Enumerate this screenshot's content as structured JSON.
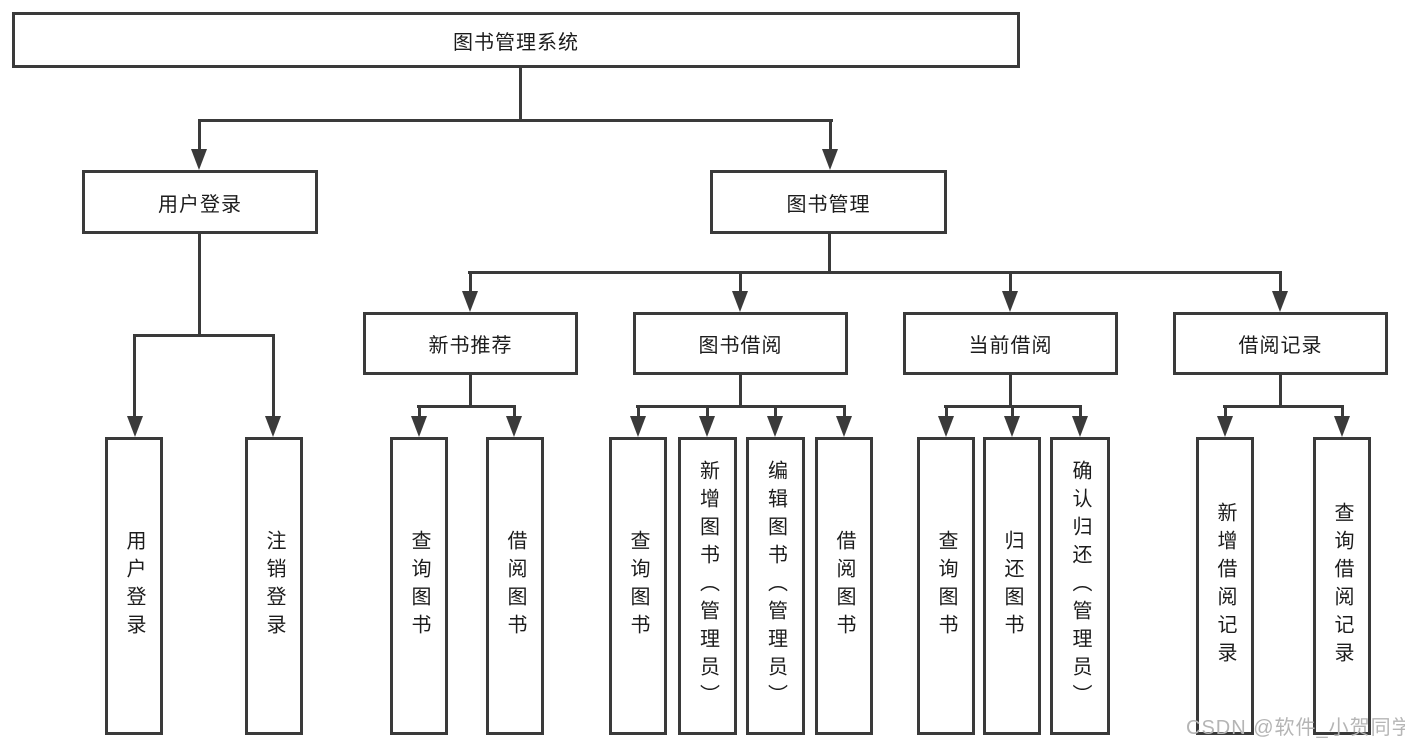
{
  "diagram": {
    "type": "hierarchy-tree",
    "colors": {
      "line": "#3a3a3a",
      "text": "#1c1c1c",
      "background": "#ffffff",
      "watermark_text_color": "#b5b5b5"
    },
    "tree": {
      "root": {
        "label": "图书管理系统",
        "children": [
          {
            "label": "用户登录",
            "children": [
              {
                "label": "用户登录"
              },
              {
                "label": "注销登录"
              }
            ]
          },
          {
            "label": "图书管理",
            "children": [
              {
                "label": "新书推荐",
                "children": [
                  {
                    "label": "查询图书"
                  },
                  {
                    "label": "借阅图书"
                  }
                ]
              },
              {
                "label": "图书借阅",
                "children": [
                  {
                    "label": "查询图书"
                  },
                  {
                    "label": "新增图书（管理员）"
                  },
                  {
                    "label": "编辑图书（管理员）"
                  },
                  {
                    "label": "借阅图书"
                  }
                ]
              },
              {
                "label": "当前借阅",
                "children": [
                  {
                    "label": "查询图书"
                  },
                  {
                    "label": "归还图书"
                  },
                  {
                    "label": "确认归还（管理员）"
                  }
                ]
              },
              {
                "label": "借阅记录",
                "children": [
                  {
                    "label": "新增借阅记录"
                  },
                  {
                    "label": "查询借阅记录"
                  }
                ]
              }
            ]
          }
        ]
      }
    },
    "watermark": {
      "text": "CSDN @软件_小贺同学"
    }
  }
}
